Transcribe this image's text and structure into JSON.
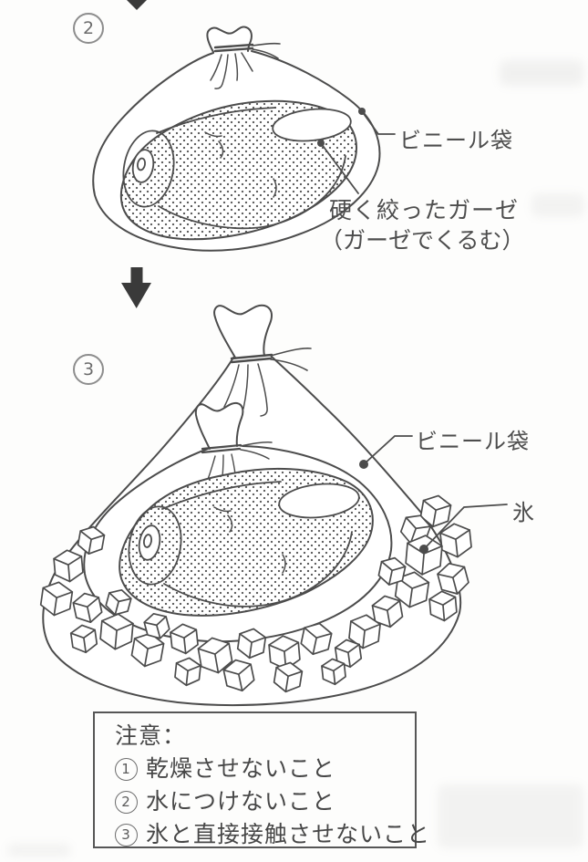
{
  "page": {
    "ink_color": "#4c4c4c",
    "arrow_color": "#3a3a3a",
    "background": "#fdfdfc"
  },
  "steps": [
    {
      "number": "2",
      "labels": {
        "bag": "ビニール袋",
        "gauze_line1": "硬く絞ったガーゼ",
        "gauze_line2": "（ガーゼでくるむ）"
      }
    },
    {
      "number": "3",
      "labels": {
        "bag": "ビニール袋",
        "ice": "氷"
      }
    }
  ],
  "caution": {
    "title": "注意：",
    "items": [
      {
        "num": "1",
        "text": "乾燥させないこと"
      },
      {
        "num": "2",
        "text": "水につけないこと"
      },
      {
        "num": "3",
        "text": "氷と直接接触させないこと"
      }
    ]
  }
}
